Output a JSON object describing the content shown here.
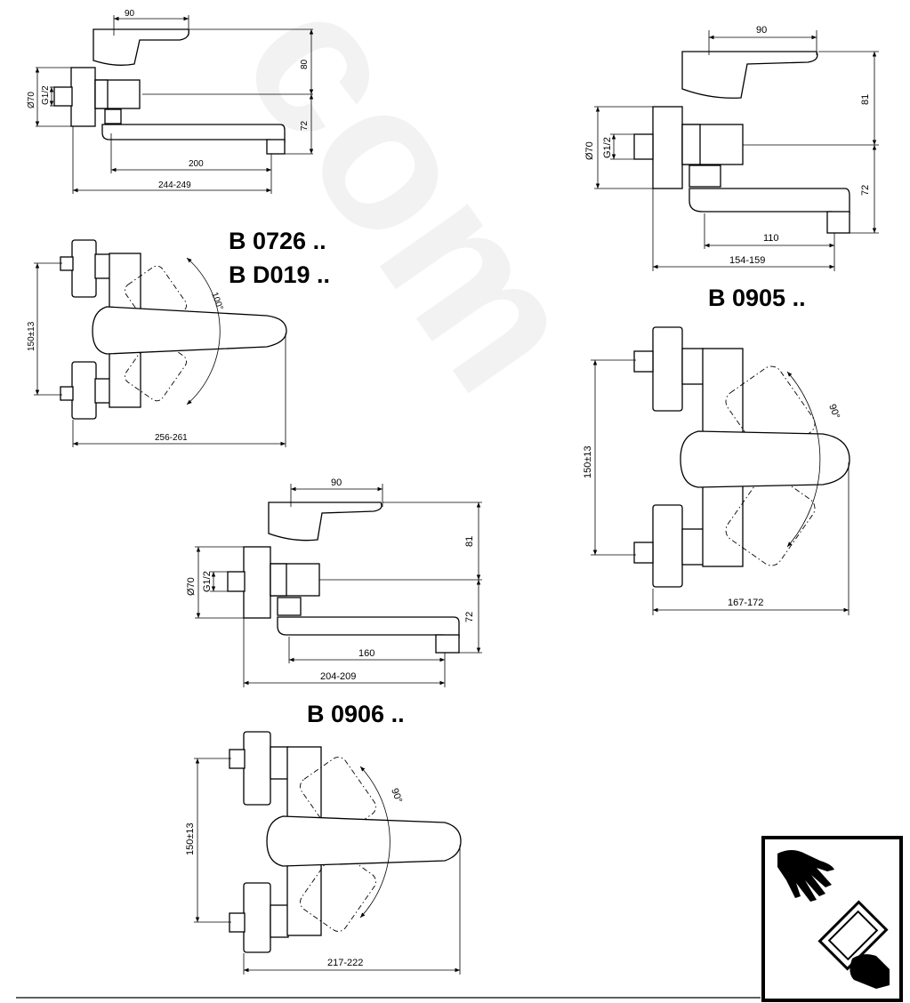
{
  "watermark": "com",
  "models": {
    "a_line1": "B 0726 ..",
    "a_line2": "B D019 ..",
    "b": "B 0905 ..",
    "c": "B 0906 .."
  },
  "dims_a": {
    "lever": "90",
    "height_top": "80",
    "height_bottom": "72",
    "diameter": "Ø70",
    "thread": "G1/2",
    "spout": "200",
    "overall": "244-249",
    "angle": "100°",
    "centers": "150±13",
    "plan_width": "256-261"
  },
  "dims_b": {
    "lever": "90",
    "height_top": "81",
    "height_bottom": "72",
    "diameter": "Ø70",
    "thread": "G1/2",
    "spout": "110",
    "overall": "154-159",
    "angle": "90°",
    "centers": "150±13",
    "plan_width": "167-172"
  },
  "dims_c": {
    "lever": "90",
    "height_top": "81",
    "height_bottom": "72",
    "diameter": "Ø70",
    "thread": "G1/2",
    "spout": "160",
    "overall": "204-209",
    "angle": "90°",
    "centers": "150±13",
    "plan_width": "217-222"
  },
  "icon": "handover-documents-icon"
}
